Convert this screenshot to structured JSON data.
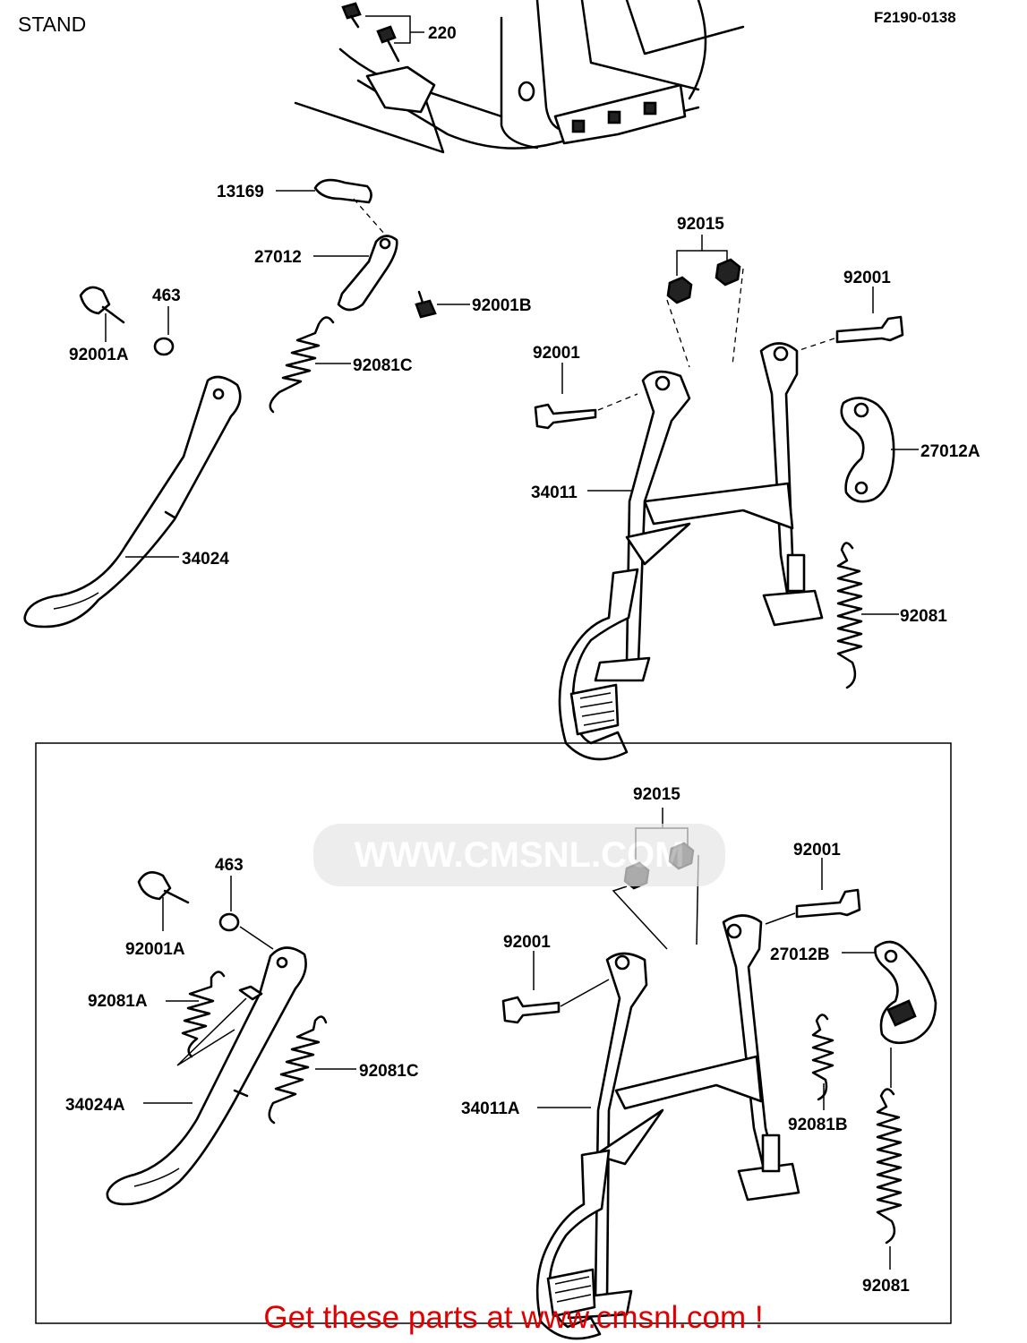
{
  "title": "STAND",
  "figure_code": "F2190-0138",
  "watermark": "WWW.CMSNL.COM",
  "footer": "Get these parts at www.cmsnl.com !",
  "labels": {
    "p220": "220",
    "p13169": "13169",
    "p27012": "27012",
    "p92001B": "92001B",
    "p92001A_top": "92001A",
    "p463_top": "463",
    "p92081C_top": "92081C",
    "p34024": "34024",
    "p92015_top": "92015",
    "p92001_top_right": "92001",
    "p92001_top_left": "92001",
    "p34011": "34011",
    "p27012A": "27012A",
    "p92081_top": "92081",
    "p92015_bot": "92015",
    "p92001_bot_right": "92001",
    "p463_bot": "463",
    "p92001A_bot": "92001A",
    "p92001_bot_left": "92001",
    "p27012B": "27012B",
    "p92081A": "92081A",
    "p92081C_bot": "92081C",
    "p92081B": "92081B",
    "p34024A": "34024A",
    "p34011A": "34011A",
    "p92081_bot": "92081"
  }
}
